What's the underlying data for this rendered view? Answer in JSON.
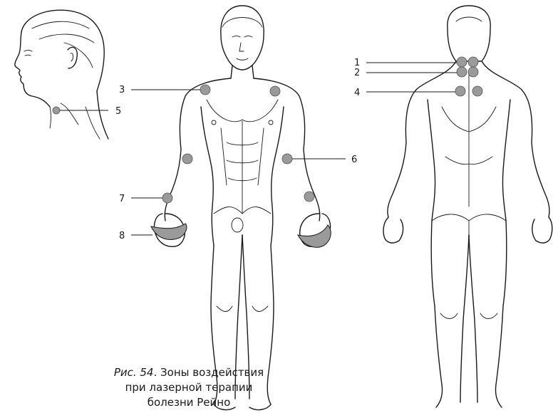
{
  "zone_labels": [
    "1",
    "2",
    "3",
    "4",
    "5",
    "6",
    "7",
    "8"
  ],
  "caption": {
    "label": "Рис. 54",
    "text_line1": ". Зоны воздействия",
    "text_line2": "при лазерной терапии",
    "text_line3": "болезни Рейно"
  },
  "colors": {
    "zone_fill": "#9a9a9a",
    "outline": "#1a1a1a"
  }
}
